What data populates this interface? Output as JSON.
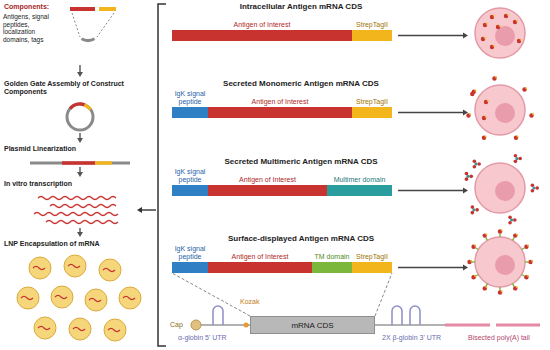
{
  "diagram": {
    "nodes": [
      {
        "text": [
          "Antigen of Interest"
        ]
      },
      {
        "text": [
          "StrepTagII"
        ]
      },
      {
        "text": [
          "IgK signal peptide"
        ]
      },
      {
        "text": [
          "Antigen of Interest"
        ]
      },
      {
        "text": [
          "StrepTagII"
        ]
      },
      {
        "text": [
          "IgK signal peptide"
        ]
      },
      {
        "text": [
          "Antigen of Interest"
        ]
      },
      {
        "text": [
          "Multimer domain"
        ]
      },
      {
        "text": [
          "IgK signal peptide"
        ]
      },
      {
        "text": [
          "Antigen of Interest"
        ]
      },
      {
        "text": [
          "TM domain"
        ]
      },
      {
        "text": [
          "StrepTagII"
        ]
      },
      {
        "text": [
          "mRNA CDS"
        ]
      }
    ],
    "edges": [
      {
        "from": 12,
        "to": 8,
        "arrow": "none"
      },
      {
        "from": 12,
        "to": 11,
        "arrow": "none"
      }
    ],
    "labels": [
      "Components:",
      "Antigens, signal peptides, localization domains, tags",
      "Golden Gate Assembly of Construct Components",
      "Plasmid Linearization",
      "In vitro transcription",
      "LNP Encapsulation of mRNA",
      "Intracellular Antigen mRNA CDS",
      "Secreted Monomeric Antigen mRNA CDS",
      "Secreted Multimeric Antigen mRNA CDS",
      "Surface-displayed Antigen mRNA CDS",
      "Cap",
      "Kozak",
      "α-globin 5' UTR",
      "2X β-globin 3' UTR",
      "Bisected poly(A) tail"
    ]
  }
}
